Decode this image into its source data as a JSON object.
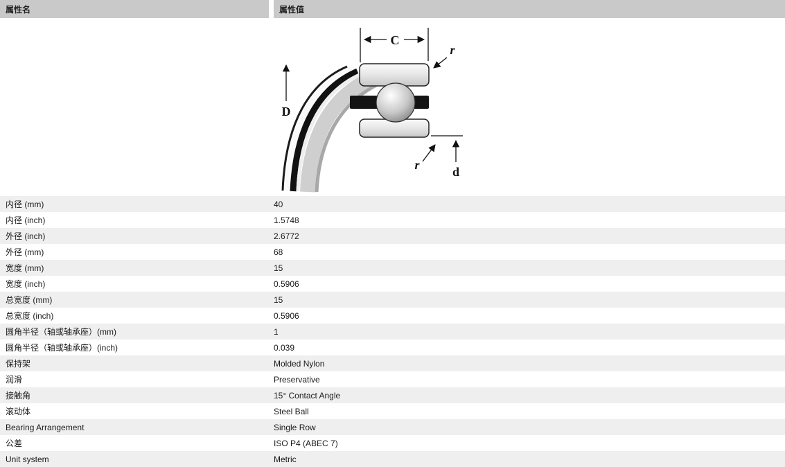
{
  "header": {
    "col1": "属性名",
    "col2": "属性值"
  },
  "diagram": {
    "c": "C",
    "r_top": "r",
    "D": "D",
    "r_bottom": "r",
    "d": "d"
  },
  "colors": {
    "header_bg": "#c9c9c9",
    "row_alt_bg": "#efefef",
    "row_bg": "#ffffff"
  },
  "table": {
    "rows": [
      {
        "label": "内径 (mm)",
        "value": "40"
      },
      {
        "label": "内径 (inch)",
        "value": "1.5748"
      },
      {
        "label": "外径 (inch)",
        "value": "2.6772"
      },
      {
        "label": "外径 (mm)",
        "value": "68"
      },
      {
        "label": "宽度 (mm)",
        "value": "15"
      },
      {
        "label": "宽度 (inch)",
        "value": "0.5906"
      },
      {
        "label": "总宽度 (mm)",
        "value": "15"
      },
      {
        "label": "总宽度 (inch)",
        "value": "0.5906"
      },
      {
        "label": "圆角半径（轴或轴承座）(mm)",
        "value": "1"
      },
      {
        "label": "圆角半径（轴或轴承座）(inch)",
        "value": "0.039"
      },
      {
        "label": "保持架",
        "value": "Molded Nylon"
      },
      {
        "label": "润滑",
        "value": "Preservative"
      },
      {
        "label": "接触角",
        "value": "15° Contact Angle"
      },
      {
        "label": "滚动体",
        "value": "Steel Ball"
      },
      {
        "label": "Bearing Arrangement",
        "value": "Single Row"
      },
      {
        "label": "公差",
        "value": "ISO P4 (ABEC 7)"
      },
      {
        "label": "Unit system",
        "value": "Metric"
      }
    ]
  }
}
